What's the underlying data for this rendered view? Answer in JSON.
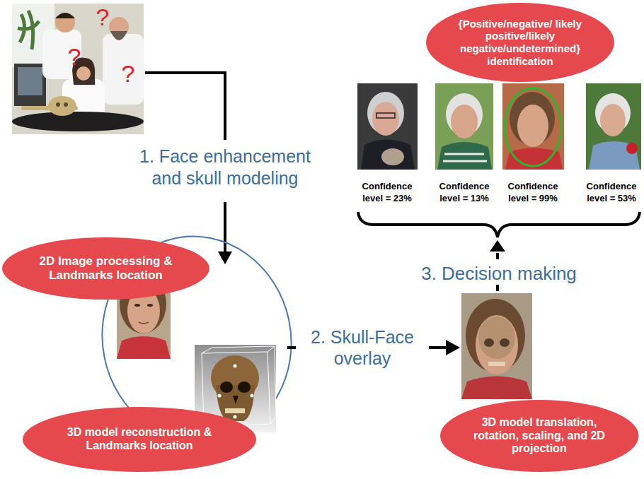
{
  "diagram": {
    "nodes": [
      {
        "text": [
          "{Positive/negative/ likely positive/likely negative/undetermined} identification"
        ]
      },
      {
        "text": [
          "2D Image processing & Landmarks location"
        ]
      },
      {
        "text": [
          "3D model reconstruction & Landmarks location"
        ]
      },
      {
        "text": [
          "3D model translation, rotation, scaling, and 2D projection"
        ]
      }
    ],
    "labels": [
      "?",
      "?",
      "?",
      "1. Face enhancement and skull modeling",
      "2. Skull-Face overlay",
      "3. Decision making",
      "Confidence level = 23%",
      "Confidence level = 13%",
      "Confidence level = 99%",
      "Confidence level = 53%"
    ]
  }
}
